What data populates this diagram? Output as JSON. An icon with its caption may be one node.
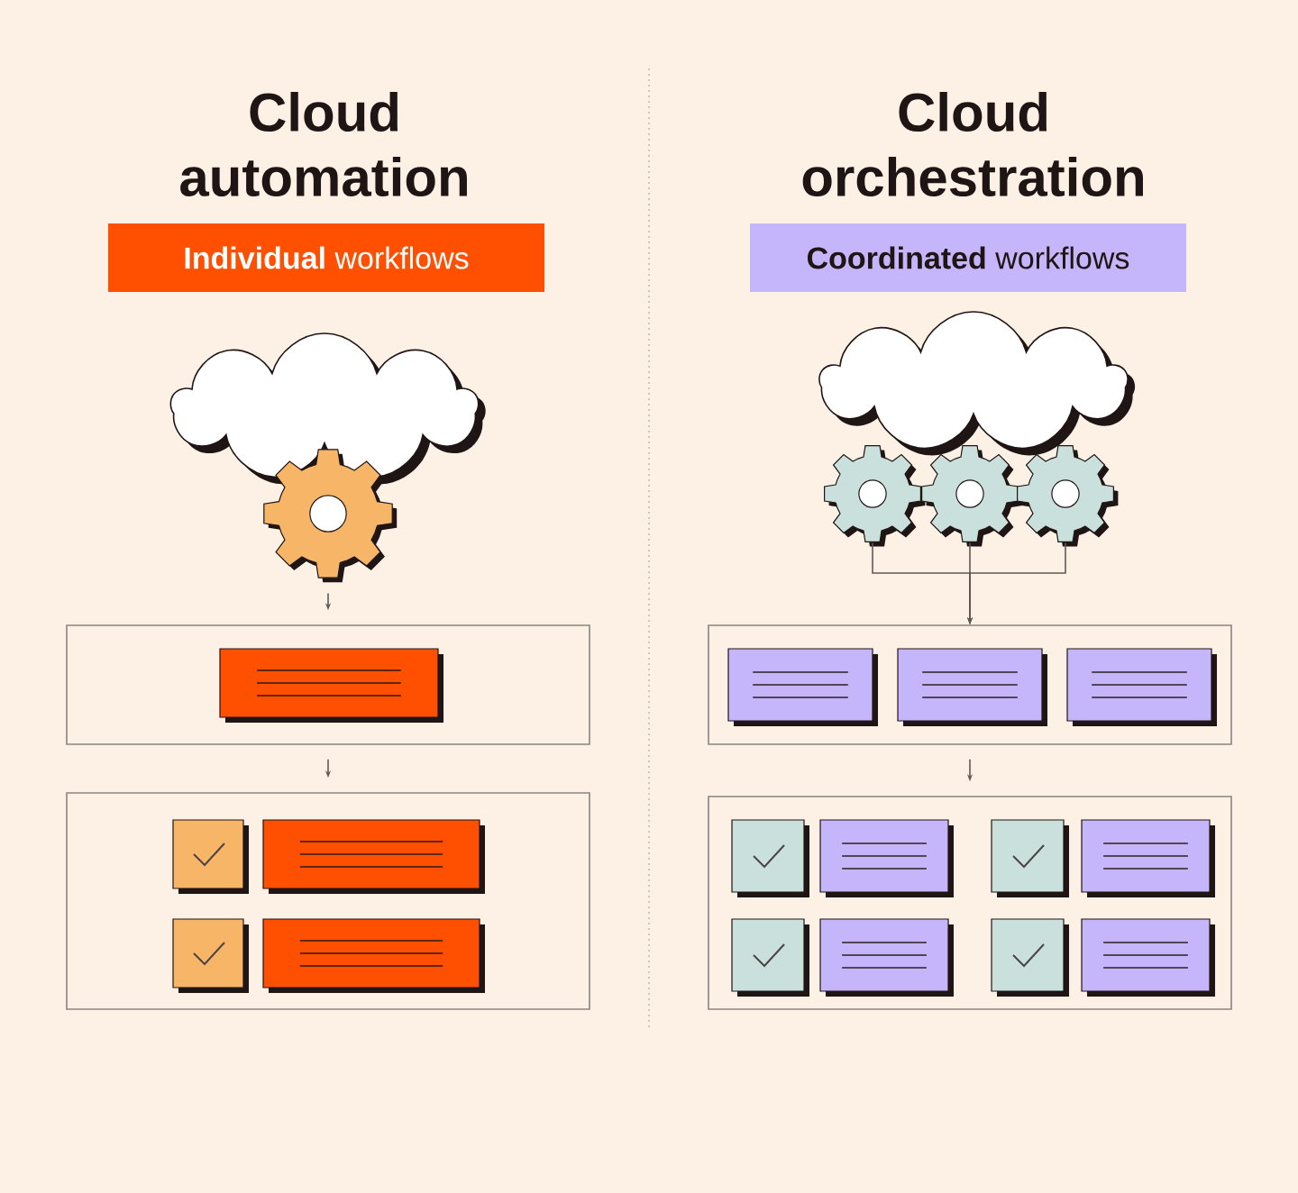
{
  "diagram": {
    "nodes": [
      {
        "text": [
          "**Individual** workflows"
        ]
      },
      {
        "text": [
          "**Coordinated** workflows"
        ]
      },
      {
        "text": [],
        "shape": "cloud"
      },
      {
        "text": [],
        "shape": "gear"
      },
      {
        "text": [],
        "shape": "cloud"
      },
      {
        "text": [],
        "shape": "gear"
      },
      {
        "text": [],
        "shape": "gear"
      },
      {
        "text": [],
        "shape": "gear"
      },
      {
        "text": [],
        "shape": "box"
      },
      {
        "text": [],
        "shape": "box"
      },
      {
        "text": [],
        "shape": "box"
      },
      {
        "text": [],
        "shape": "box"
      }
    ],
    "edges": [
      {
        "from": 3,
        "to": 8,
        "arrow": "to"
      },
      {
        "from": 8,
        "to": 10,
        "arrow": "to"
      },
      {
        "from": 5,
        "to": 9,
        "arrow": "to"
      },
      {
        "from": 6,
        "to": 9,
        "arrow": "to"
      },
      {
        "from": 7,
        "to": 9,
        "arrow": "to"
      },
      {
        "from": 9,
        "to": 11,
        "arrow": "to"
      }
    ],
    "labels": [
      "Cloud automation",
      "Cloud orchestration"
    ]
  }
}
